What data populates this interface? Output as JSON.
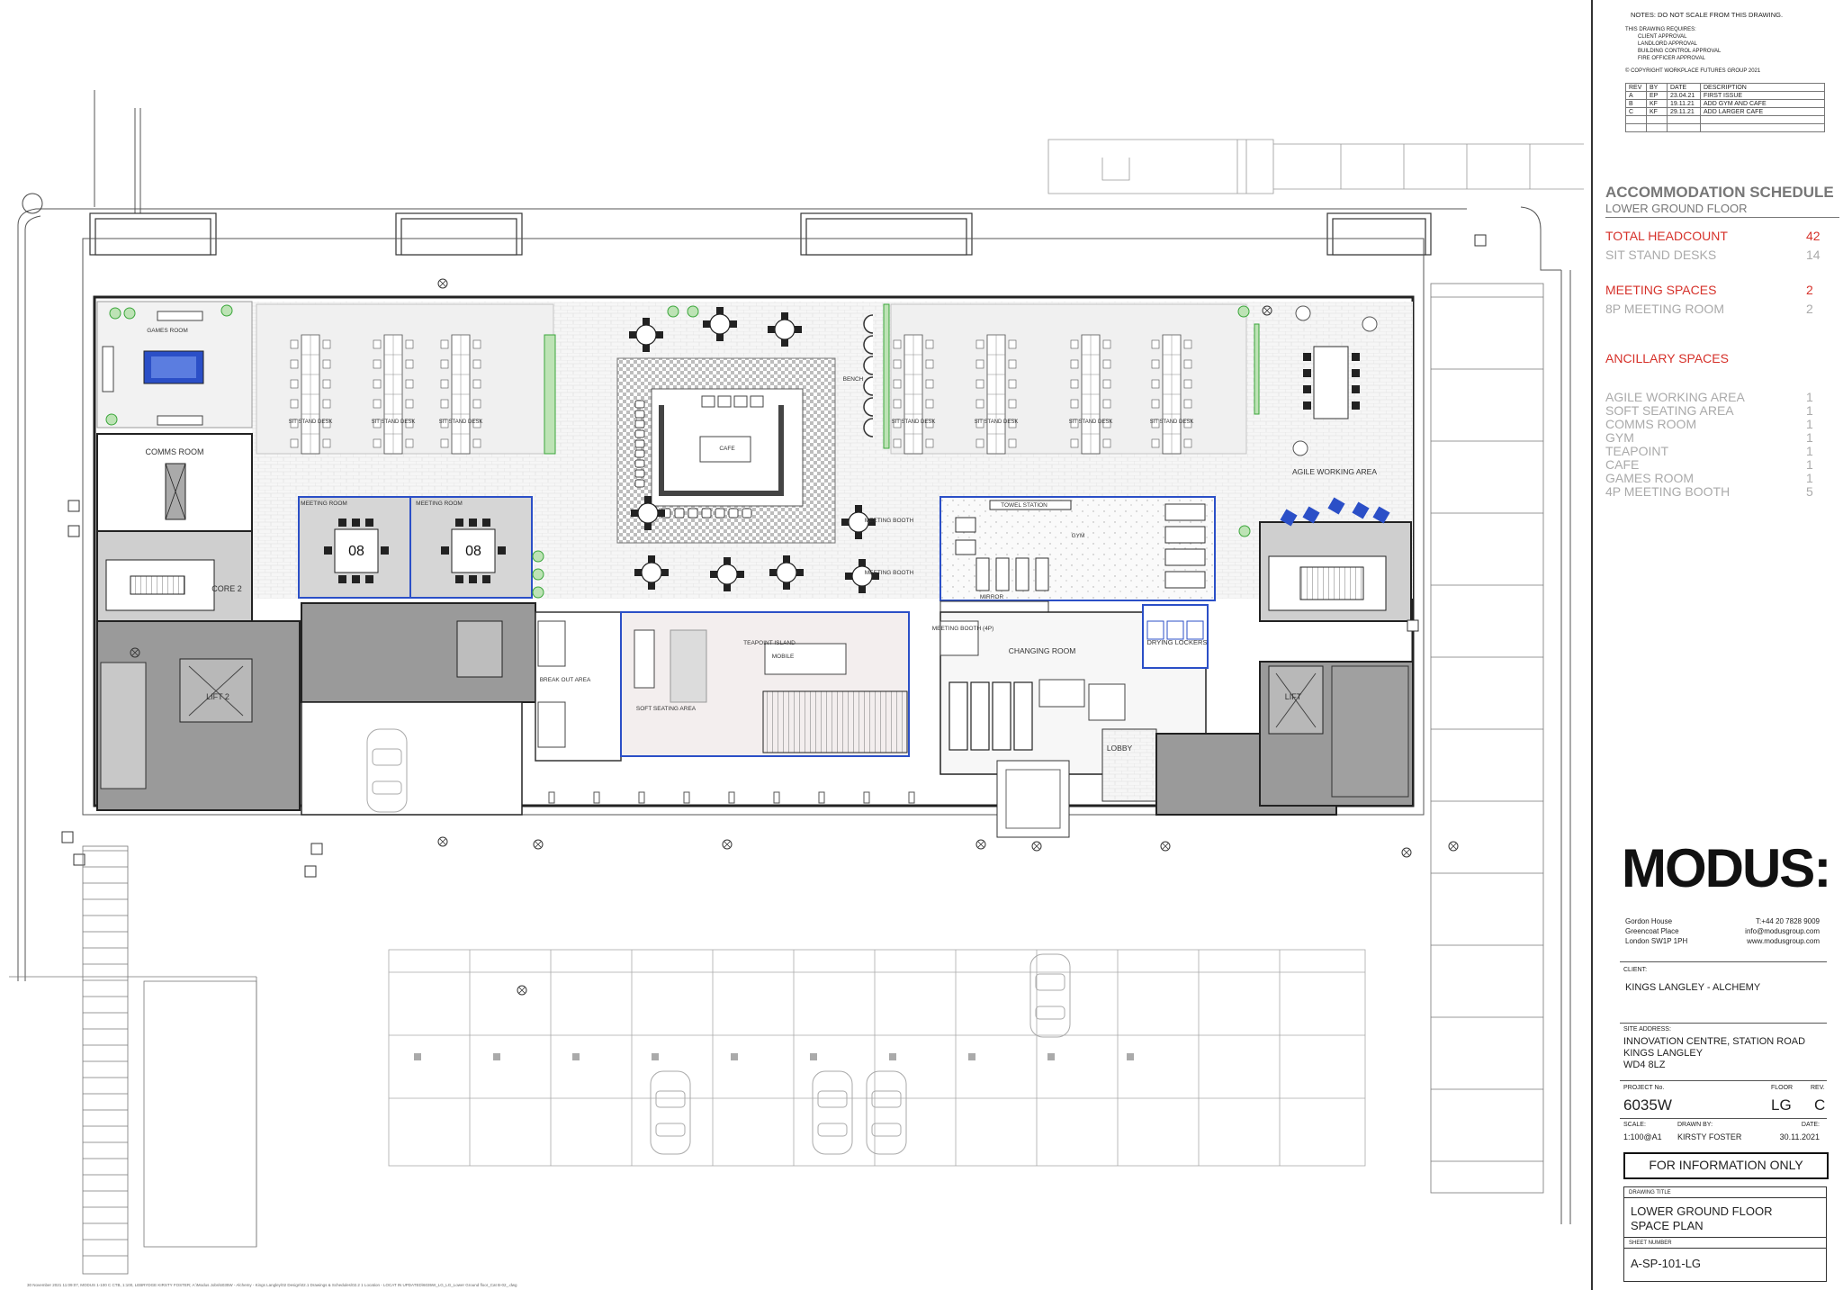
{
  "colors": {
    "line": "#3a3a3a",
    "grey": "#a8a8a8",
    "darkgrey": "#8c8c8c",
    "blue": "#2b4fc7",
    "red": "#d6312a",
    "green": "#3aa63a",
    "floor": "#f4f4f4",
    "faint": "#b0b0b0"
  },
  "plan": {
    "rooms": {
      "games_room": "GAMES ROOM",
      "comms_room": "COMMS ROOM",
      "core2": "CORE 2",
      "lift2": "LIFT 2",
      "lift": "LIFT",
      "sit_stand_desk": "SIT STAND DESK",
      "cafe": "CAFE",
      "bench": "BENCH",
      "meeting_room": "MEETING ROOM",
      "meeting_room_count": "08",
      "meeting_booth": "MEETING BOOTH",
      "agile_working_area": "AGILE WORKING AREA",
      "towel_station": "TOWEL STATION",
      "gym": "GYM",
      "mirror": "MIRROR",
      "changing_room": "CHANGING ROOM",
      "drying_lockers": "DRYING LOCKERS",
      "lobby": "LOBBY",
      "breakout_area": "BREAK OUT AREA",
      "soft_seating_area": "SOFT SEATING AREA",
      "teapoint_island": "TEAPOINT ISLAND",
      "mobile": "MOBILE",
      "meeting_booth_4p": "MEETING BOOTH (4P)"
    },
    "footer_path": "30 November 2021 11:09:07, MODUS 1-100 C CTB, 1:100, LEBRYDGE KIRSTY FOSTER; A:\\Modus Jobs\\6035W - Alchemy - Kings Langley\\02 Design\\02.1 Drawings & Schedules\\02.2 1 Location - LOCAT IN UPDATED\\6035W_LG_LG_Lower Ground floor_Cat B-02_.dwg"
  },
  "notes": {
    "header": "NOTES: DO NOT SCALE FROM THIS DRAWING.",
    "requires": "THIS DRAWING REQUIRES:",
    "items": [
      "CLIENT APPROVAL",
      "LANDLORD APPROVAL",
      "BUILDING CONTROL APPROVAL",
      "FIRE OFFICER APPROVAL"
    ],
    "copyright": "© COPYRIGHT WORKPLACE FUTURES GROUP 2021"
  },
  "revisions": {
    "headers": [
      "REV",
      "BY",
      "DATE",
      "DESCRIPTION"
    ],
    "rows": [
      [
        "A",
        "EP",
        "23.04.21",
        "FIRST ISSUE"
      ],
      [
        "B",
        "KF",
        "19.11.21",
        "ADD GYM AND CAFE"
      ],
      [
        "C",
        "KF",
        "29.11.21",
        "ADD LARGER CAFE"
      ]
    ]
  },
  "schedule": {
    "title": "ACCOMMODATION SCHEDULE",
    "subtitle": "LOWER GROUND FLOOR",
    "total_headcount": {
      "label": "TOTAL HEADCOUNT",
      "value": "42"
    },
    "sit_stand": {
      "label": "SIT STAND DESKS",
      "value": "14"
    },
    "meeting_spaces": {
      "label": "MEETING SPACES",
      "value": "2"
    },
    "meeting_room_8p": {
      "label": "8P MEETING ROOM",
      "value": "2"
    },
    "ancillary_title": "ANCILLARY  SPACES",
    "ancillary": [
      {
        "label": "AGILE WORKING AREA",
        "value": "1"
      },
      {
        "label": "SOFT SEATING AREA",
        "value": "1"
      },
      {
        "label": "COMMS ROOM",
        "value": "1"
      },
      {
        "label": "GYM",
        "value": "1"
      },
      {
        "label": "TEAPOINT",
        "value": "1"
      },
      {
        "label": "CAFE",
        "value": "1"
      },
      {
        "label": "GAMES ROOM",
        "value": "1"
      },
      {
        "label": "4P MEETING BOOTH",
        "value": "5"
      }
    ]
  },
  "company": {
    "logo": "MODUS:",
    "address": [
      "Gordon House",
      "Greencoat Place",
      "London SW1P 1PH"
    ],
    "contact": [
      "T:+44 20 7828 9009",
      "info@modusgroup.com",
      "www.modusgroup.com"
    ]
  },
  "client": {
    "label": "CLIENT:",
    "value": "KINGS LANGLEY - ALCHEMY"
  },
  "site": {
    "label": "SITE ADDRESS:",
    "lines": [
      "INNOVATION CENTRE, STATION ROAD",
      "KINGS LANGLEY",
      "WD4 8LZ"
    ]
  },
  "project": {
    "no_label": "PROJECT No.",
    "no": "6035W",
    "floor_label": "FLOOR",
    "floor": "LG",
    "rev_label": "REV.",
    "rev": "C",
    "scale_label": "SCALE:",
    "scale": "1:100@A1",
    "drawn_label": "DRAWN BY:",
    "drawn": "KIRSTY FOSTER",
    "date_label": "DATE:",
    "date": "30.11.2021"
  },
  "status": "FOR INFORMATION ONLY",
  "drawing_title": {
    "label": "DRAWING TITLE",
    "lines": [
      "LOWER GROUND FLOOR",
      "SPACE PLAN"
    ]
  },
  "sheet": {
    "label": "SHEET NUMBER",
    "value": "A-SP-101-LG"
  }
}
